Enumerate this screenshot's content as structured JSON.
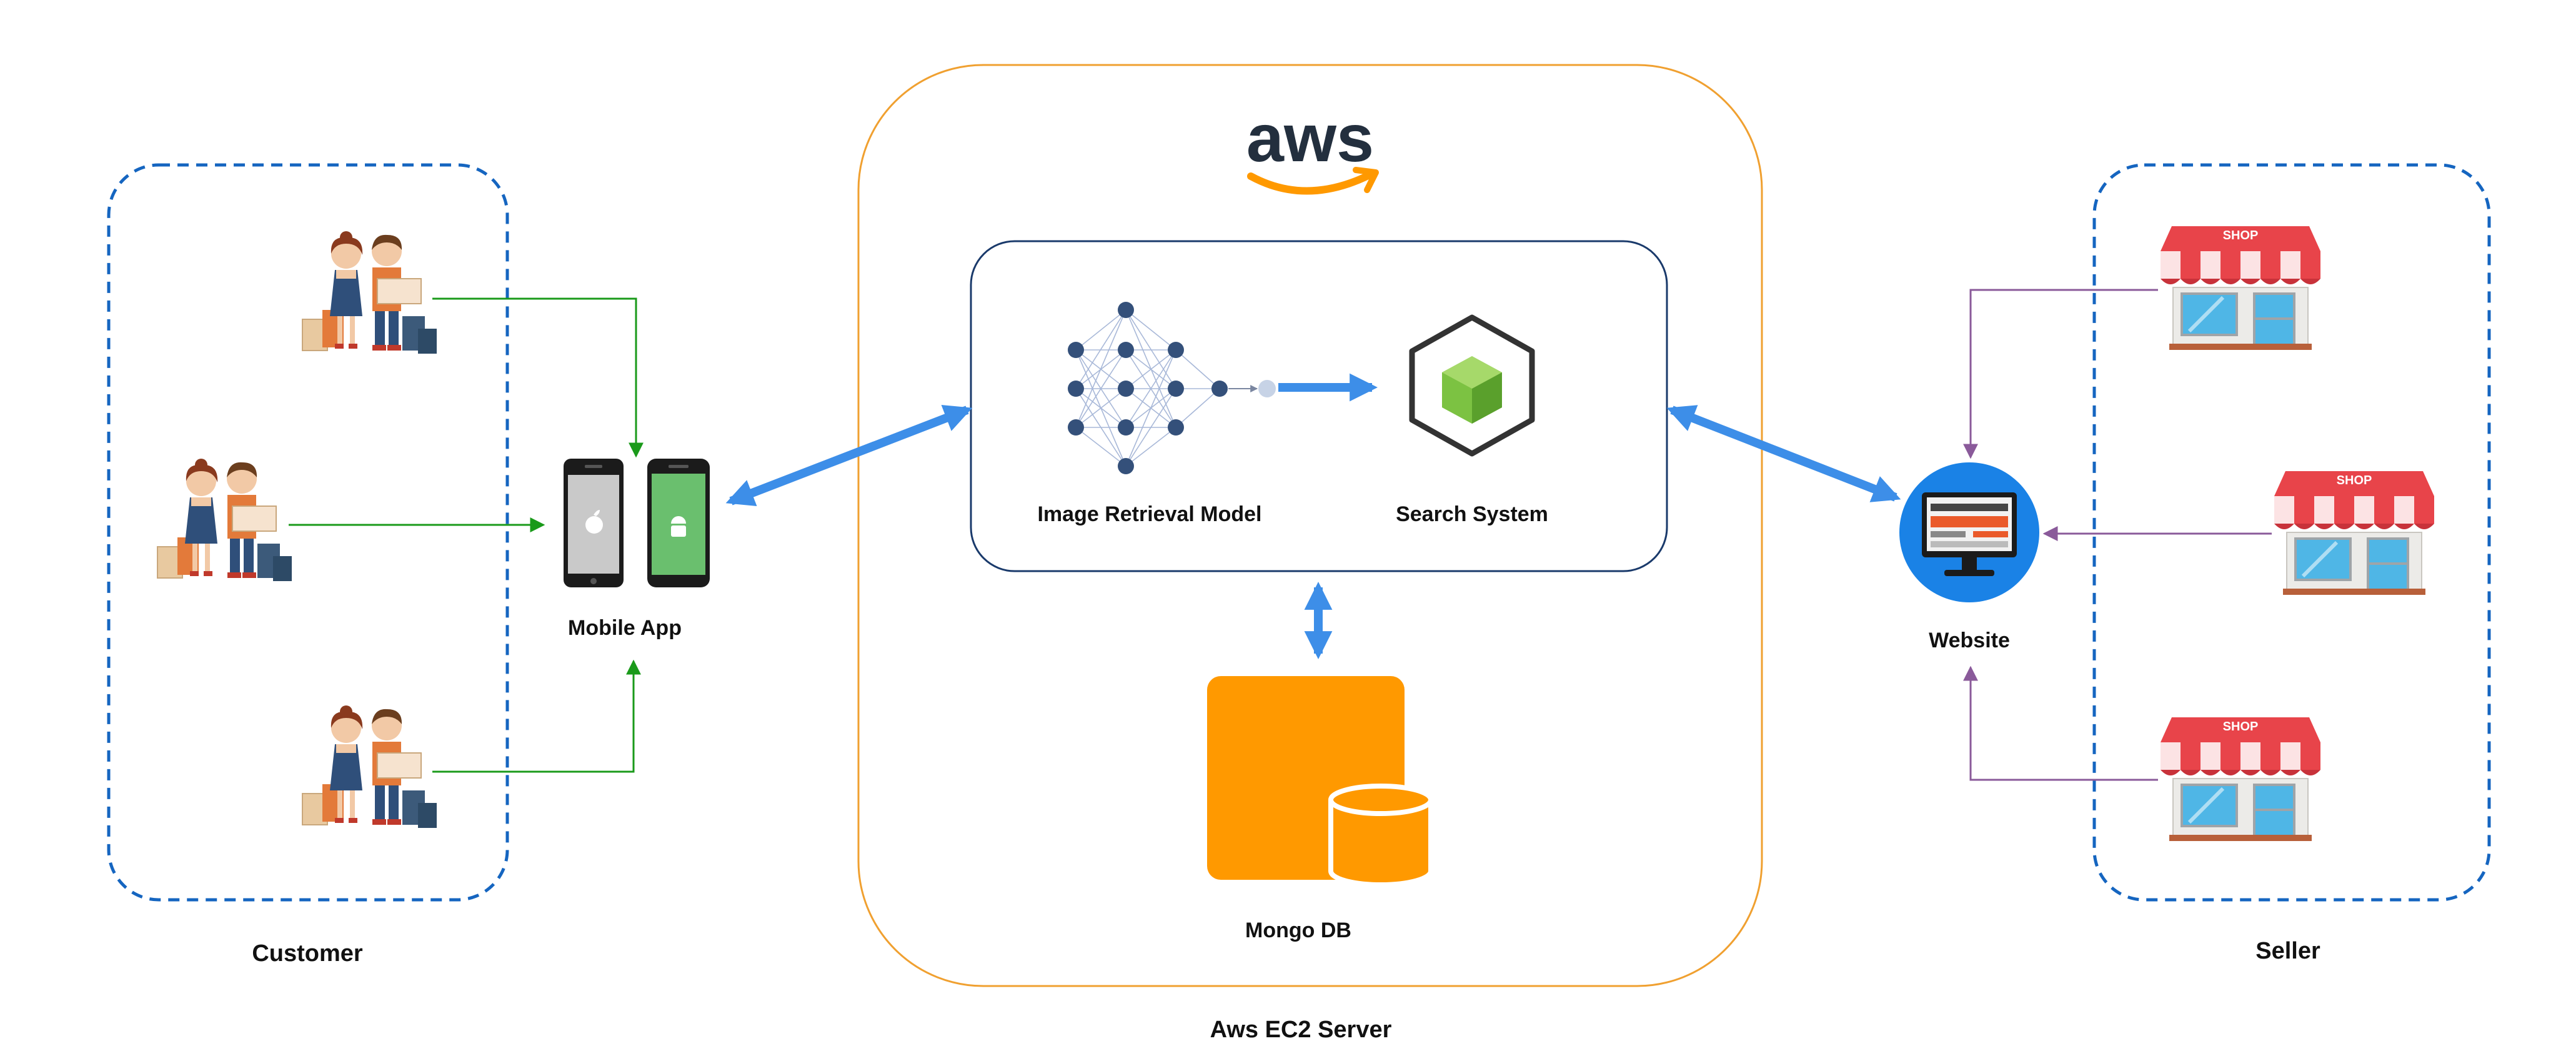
{
  "labels": {
    "customer": "Customer",
    "seller": "Seller",
    "mobile_app": "Mobile App",
    "website": "Website",
    "image_retrieval": "Image Retrieval Model",
    "search_system": "Search System",
    "mongo_db": "Mongo DB",
    "server": "Aws EC2 Server",
    "aws_logo": "aws",
    "shop_sign": "SHOP"
  },
  "colors": {
    "customer_border": "#1565c0",
    "seller_border": "#1565c0",
    "server_border": "#f0a030",
    "inner_border": "#1a3a6b",
    "customer_link": "#1a9a1a",
    "seller_link": "#8a5a9a",
    "data_arrow": "#3d8ee8",
    "mongo": "#ff9900",
    "aws_text": "#232f3e",
    "aws_smile": "#ff9900",
    "cube_green": "#7cc242",
    "nn_node": "#34507a"
  },
  "icons": {
    "customer_figure": "customer-shoppers-icon",
    "shop_figure": "shop-storefront-icon",
    "phone_ios": "apple-phone-icon",
    "phone_android": "android-phone-icon",
    "website": "monitor-website-icon",
    "neural_net": "neural-network-icon",
    "search": "cube-search-icon",
    "database": "mongodb-icon",
    "aws": "aws-logo-icon"
  }
}
